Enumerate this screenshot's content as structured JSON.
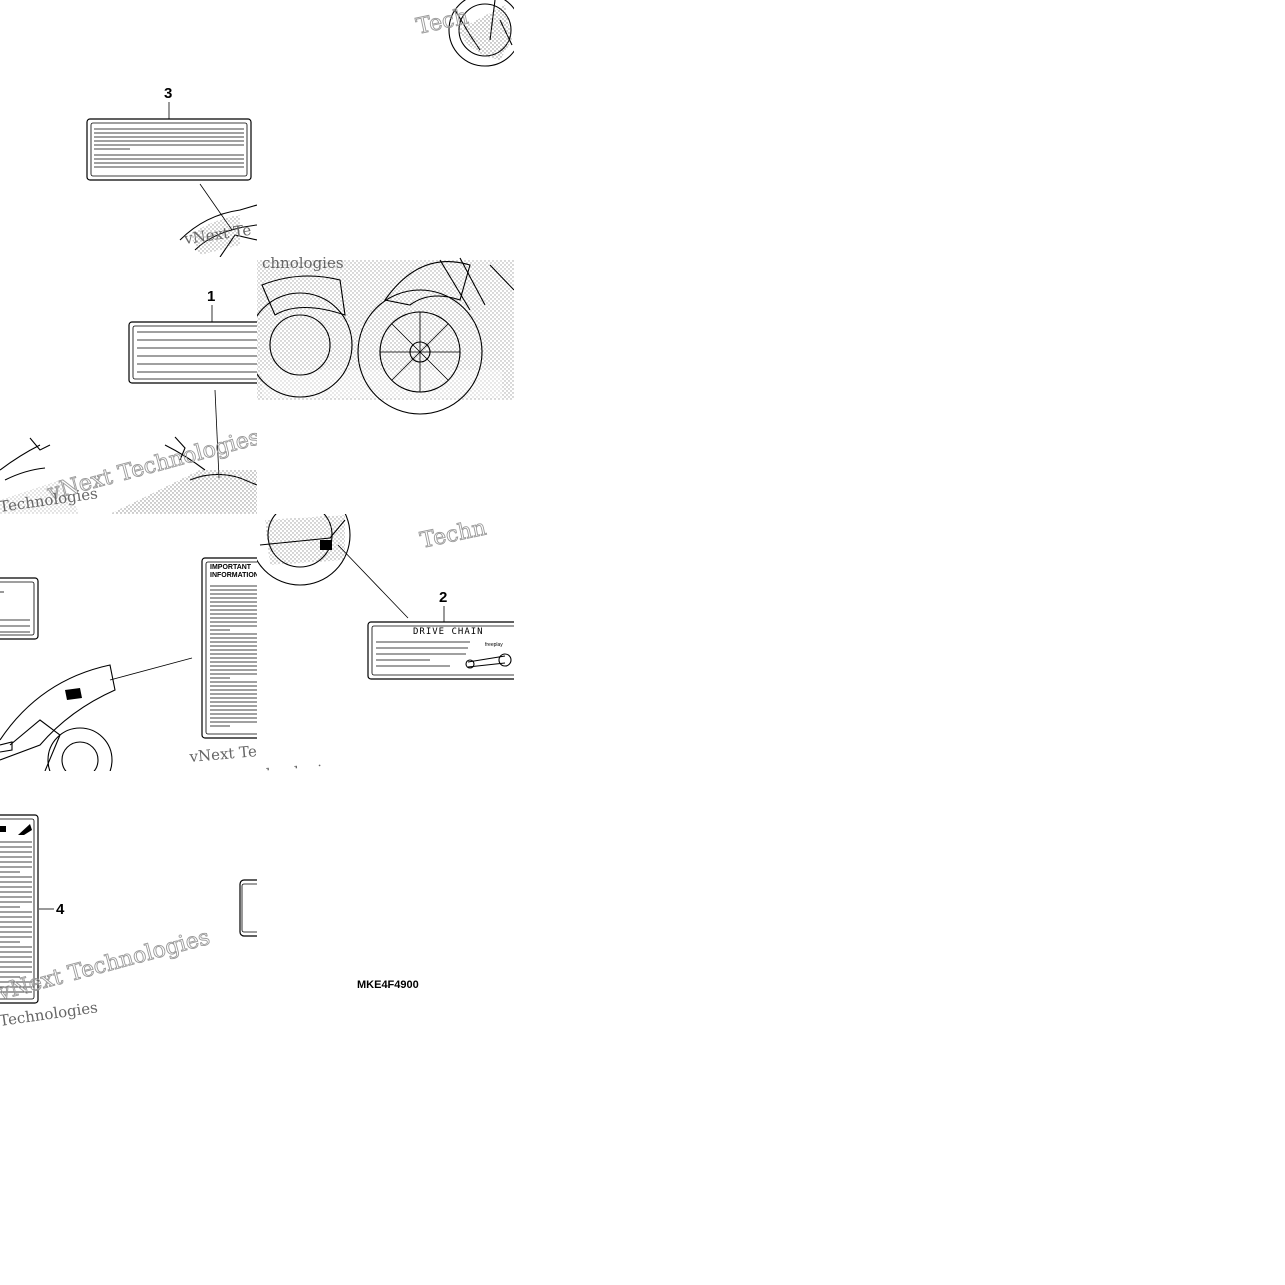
{
  "labels": {
    "label_1_number": "1",
    "label_2_number": "2",
    "label_3_number": "3",
    "label_4_number": "4",
    "drive_chain_title": "DRIVE CHAIN",
    "freeplay_text": "freeplay",
    "important_line1": "IMPORTANT",
    "important_line2": "INFORMATION"
  },
  "figure_code": "MKE4F4900",
  "watermarks": {
    "full": "vNext Technologies",
    "partial_top": "Tech",
    "partial_mid": "Techn",
    "partial_vnext": "vNext Te",
    "partial_tech": "Technologies",
    "partial_hnol": "chnologies"
  },
  "colors": {
    "ink": "#000000",
    "watermark": "#9a9a9a",
    "background": "#ffffff"
  }
}
